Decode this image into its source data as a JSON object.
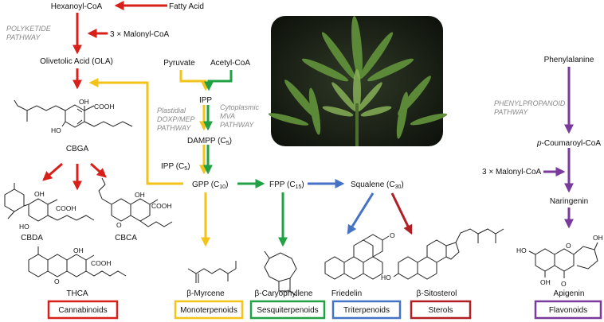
{
  "colors": {
    "red": "#d7201a",
    "yellow": "#f2c318",
    "green": "#21a144",
    "blue": "#4472c4",
    "darkred": "#b11f24",
    "purple": "#7a3a9c"
  },
  "compounds": {
    "hexanoyl_coa": "Hexanoyl-CoA",
    "fatty_acid": "Fatty Acid",
    "malonyl_coa_3": "3 × Malonyl-CoA",
    "ola": "Olivetolic Acid (OLA)",
    "cbga": "CBGA",
    "cbda": "CBDA",
    "cbca": "CBCA",
    "thca": "THCA",
    "pyruvate": "Pyruvate",
    "acetyl_coa": "Acetyl-CoA",
    "ipp": "IPP",
    "dampp": "DAMPP (C",
    "dampp_sub": "5",
    "ipp_c5": "IPP (C",
    "ipp_c5_sub": "5",
    "gpp": "GPP (C",
    "gpp_sub": "10",
    "fpp": "FPP (C",
    "fpp_sub": "15",
    "squalene": "Squalene (C",
    "squalene_sub": "30",
    "myrcene": "β-Myrcene",
    "caryophyllene": "β-Caryophyllene",
    "friedelin": "Friedelin",
    "sitosterol": "β-Sitosterol",
    "phenylalanine": "Phenylalanine",
    "p_italic": "p",
    "coumaroyl_rest": "-Coumaroyl-CoA",
    "malonyl_coa_3b": "3 × Malonyl-CoA",
    "naringenin": "Naringenin",
    "apigenin": "Apigenin"
  },
  "close_paren": ")",
  "pathways": {
    "polyketide_1": "POLYKETIDE",
    "polyketide_2": "PATHWAY",
    "plastidial_1": "Plastidial",
    "plastidial_2": "DOXP/MEP",
    "plastidial_3": "PATHWAY",
    "cytoplasmic_1": "Cytoplasmic",
    "cytoplasmic_2": "MVA",
    "cytoplasmic_3": "PATHWAY",
    "phenylpropanoid_1": "PHENYLPROPANOID",
    "phenylpropanoid_2": "PATHWAY"
  },
  "atoms": {
    "oh": "OH",
    "ho": "HO",
    "cooh": "COOH",
    "o": "O"
  },
  "categories": [
    {
      "label": "Cannabinoids",
      "color": "#d7201a"
    },
    {
      "label": "Monoterpenoids",
      "color": "#f2c318"
    },
    {
      "label": "Sesquiterpenoids",
      "color": "#21a144"
    },
    {
      "label": "Triterpenoids",
      "color": "#4472c4"
    },
    {
      "label": "Sterols",
      "color": "#b11f24"
    },
    {
      "label": "Flavonoids",
      "color": "#7a3a9c"
    }
  ]
}
